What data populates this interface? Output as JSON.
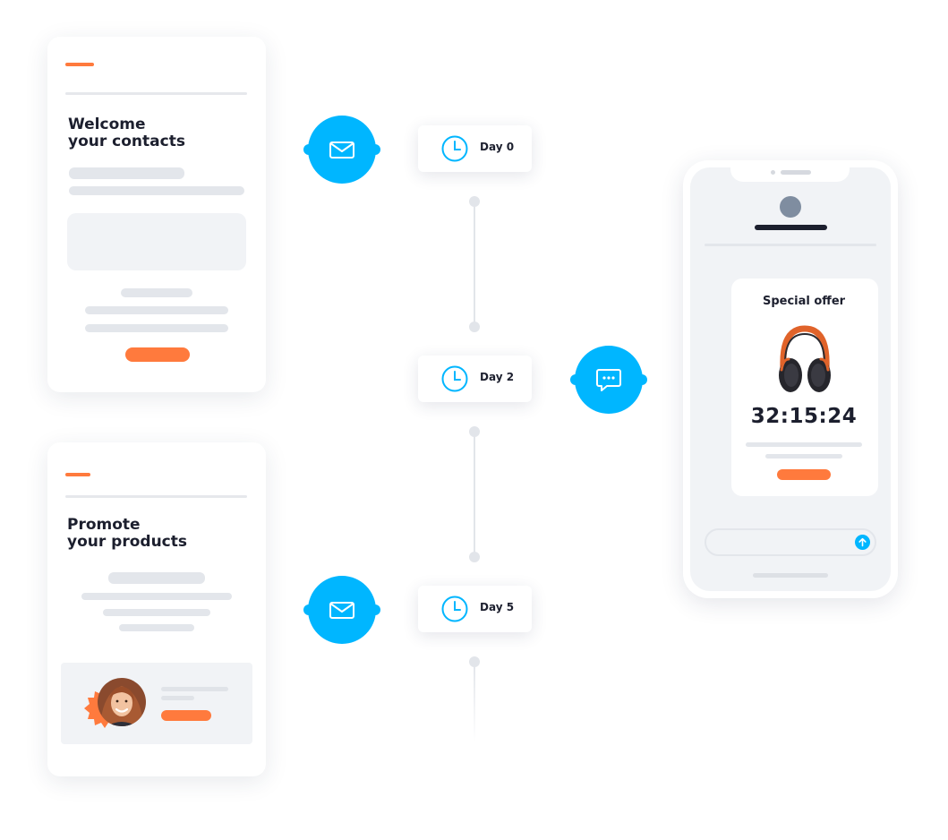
{
  "cards": {
    "welcome": {
      "title": "Welcome\nyour contacts"
    },
    "promote": {
      "title": "Promote\nyour products"
    }
  },
  "timeline": {
    "steps": [
      {
        "label": "Day 0",
        "channel": "email-icon"
      },
      {
        "label": "Day 2",
        "channel": "chat-icon"
      },
      {
        "label": "Day 5",
        "channel": "email-icon"
      }
    ]
  },
  "phone": {
    "offer_title": "Special offer",
    "countdown": "32:15:24",
    "product_icon": "headphones-icon",
    "send_icon": "send-arrow-icon"
  },
  "colors": {
    "accent_blue": "#00b6ff",
    "accent_orange": "#ff7a3d",
    "skeleton_gray": "#e3e6eb"
  }
}
